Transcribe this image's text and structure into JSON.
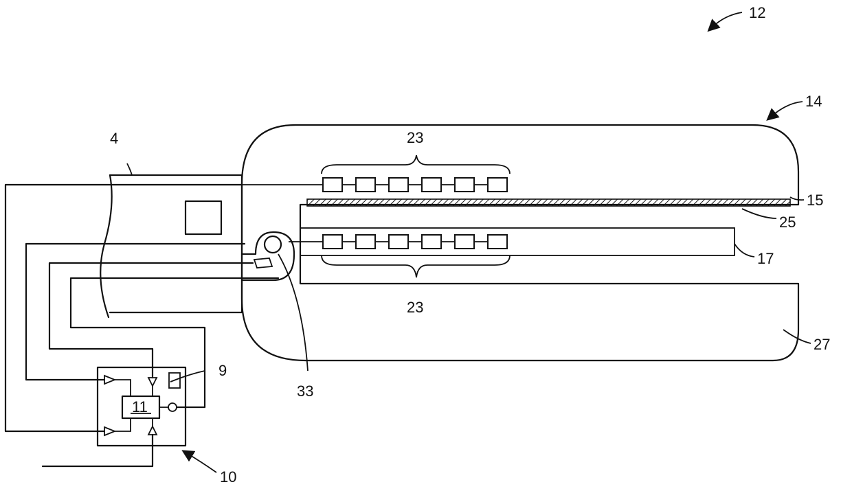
{
  "figure": {
    "labels": {
      "device": "12",
      "housing": "14",
      "ref_15": "15",
      "layer": "25",
      "ref_17": "17",
      "sensors_top": "23",
      "sensors_bottom": "23",
      "ref_27": "27",
      "ref_4": "4",
      "ref_9": "9",
      "controller": "11",
      "ref_33": "33",
      "module": "10"
    }
  }
}
